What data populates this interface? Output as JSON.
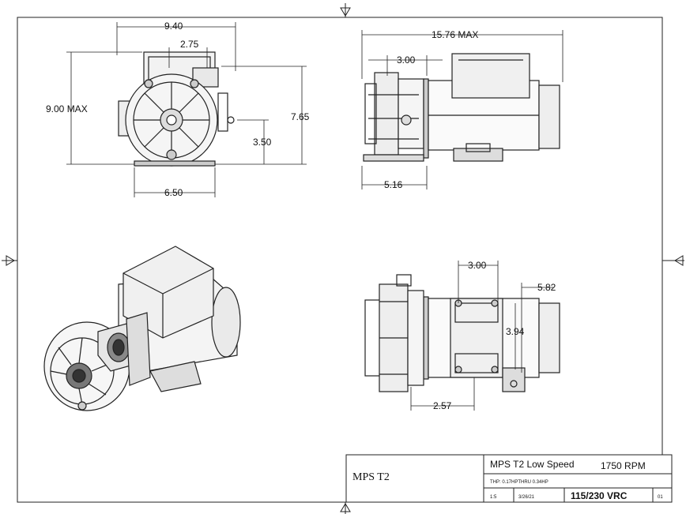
{
  "dimensions": {
    "front_width": "9.40",
    "front_inlet": "2.75",
    "front_height_max": "9.00 MAX",
    "front_height": "7.65",
    "front_center": "3.50",
    "front_base": "6.50",
    "side_length_max": "15.76 MAX",
    "side_offset": "3.00",
    "side_base": "5.16",
    "top_offset": "3.00",
    "top_width": "5.82",
    "top_mount": "3.94",
    "top_base": "2.57"
  },
  "title_block": {
    "model": "MPS T2",
    "description": "MPS T2 Low Speed",
    "speed": "1750 RPM",
    "power": "THP: 0.17HPTHRU 0.34HP",
    "scale": "1:5",
    "date": "3/26/21",
    "voltage": "115/230 VRC",
    "sheet": "01"
  }
}
